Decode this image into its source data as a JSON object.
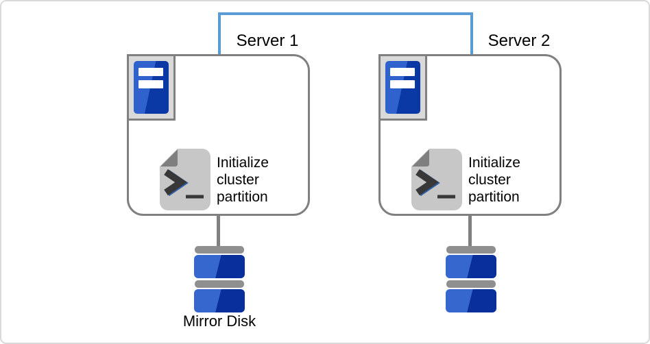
{
  "diagram": {
    "servers": [
      {
        "label": "Server 1",
        "task": "Initialize cluster partition",
        "disk_label": "Mirror Disk"
      },
      {
        "label": "Server 2",
        "task": "Initialize cluster partition",
        "disk_label": ""
      }
    ],
    "colors": {
      "canvas_border": "#d9d9d9",
      "connector_blue": "#5b9bd5",
      "box_border_gray": "#808080",
      "icon_frame_fill": "#d9d9d9",
      "server_icon_blue_light": "#2f62cc",
      "server_icon_blue_dark": "#0a38a4",
      "disk_blue_light": "#3667cf",
      "disk_blue_dark": "#082f9b",
      "disk_bar_gray": "#8f8f8f",
      "script_doc_gray": "#c7c7c7",
      "script_fold_gray": "#7f7f7f",
      "glyph_dark": "#383838",
      "glyph_blue_accent": "#2e5fa8",
      "text_color": "#000000"
    }
  }
}
